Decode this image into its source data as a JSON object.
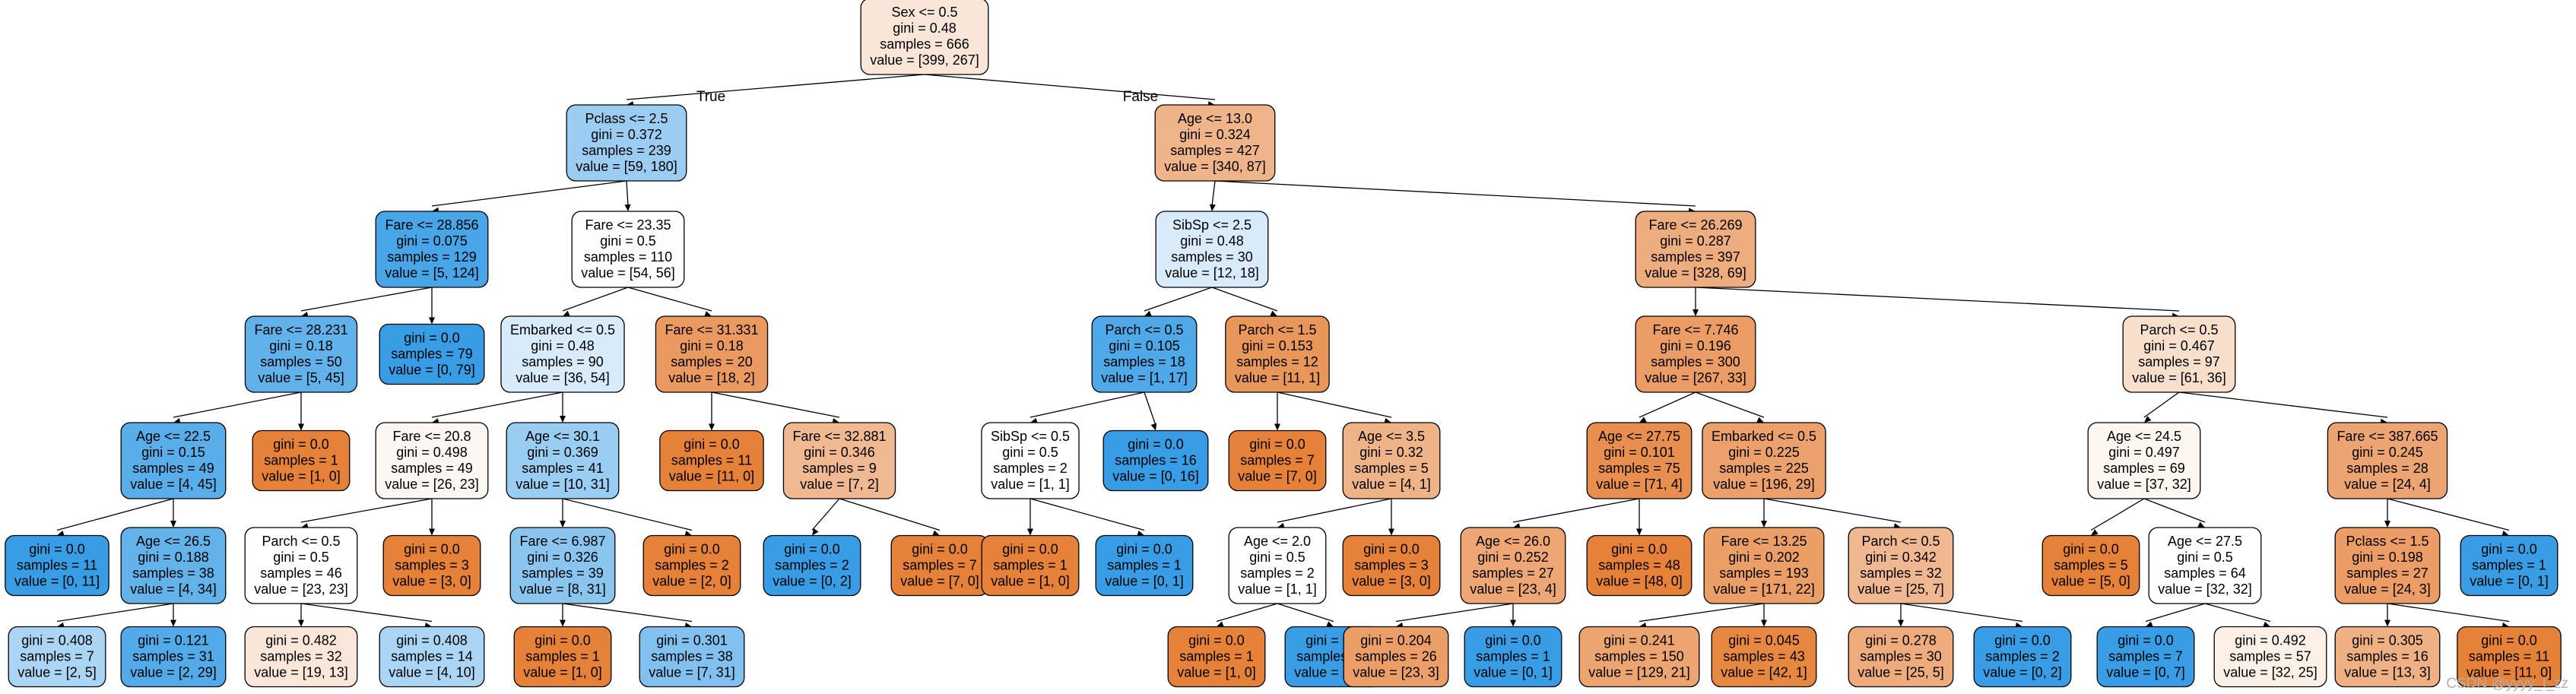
{
  "tree": {
    "edge_labels": {
      "true_label": "True",
      "false_label": "False"
    },
    "colors": {
      "class0": "#e58139",
      "class1": "#399de5",
      "border": "#000000",
      "edge": "#000000"
    },
    "nodes": [
      {
        "id": "n0",
        "lines": [
          "Sex <= 0.5",
          "gini = 0.48",
          "samples = 666",
          "value = [399, 267]"
        ]
      },
      {
        "id": "n1",
        "lines": [
          "Pclass <= 2.5",
          "gini = 0.372",
          "samples = 239",
          "value = [59, 180]"
        ]
      },
      {
        "id": "n2",
        "lines": [
          "Age <= 13.0",
          "gini = 0.324",
          "samples = 427",
          "value = [340, 87]"
        ]
      },
      {
        "id": "n3",
        "lines": [
          "Fare <= 28.856",
          "gini = 0.075",
          "samples = 129",
          "value = [5, 124]"
        ]
      },
      {
        "id": "n4",
        "lines": [
          "Fare <= 23.35",
          "gini = 0.5",
          "samples = 110",
          "value = [54, 56]"
        ]
      },
      {
        "id": "n5",
        "lines": [
          "SibSp <= 2.5",
          "gini = 0.48",
          "samples = 30",
          "value = [12, 18]"
        ]
      },
      {
        "id": "n6",
        "lines": [
          "Fare <= 26.269",
          "gini = 0.287",
          "samples = 397",
          "value = [328, 69]"
        ]
      },
      {
        "id": "n7",
        "lines": [
          "Fare <= 28.231",
          "gini = 0.18",
          "samples = 50",
          "value = [5, 45]"
        ]
      },
      {
        "id": "n8",
        "lines": [
          "gini = 0.0",
          "samples = 79",
          "value = [0, 79]"
        ]
      },
      {
        "id": "n9",
        "lines": [
          "Embarked <= 0.5",
          "gini = 0.48",
          "samples = 90",
          "value = [36, 54]"
        ]
      },
      {
        "id": "n10",
        "lines": [
          "Fare <= 31.331",
          "gini = 0.18",
          "samples = 20",
          "value = [18, 2]"
        ]
      },
      {
        "id": "n11",
        "lines": [
          "Parch <= 0.5",
          "gini = 0.105",
          "samples = 18",
          "value = [1, 17]"
        ]
      },
      {
        "id": "n12",
        "lines": [
          "Parch <= 1.5",
          "gini = 0.153",
          "samples = 12",
          "value = [11, 1]"
        ]
      },
      {
        "id": "n13",
        "lines": [
          "Fare <= 7.746",
          "gini = 0.196",
          "samples = 300",
          "value = [267, 33]"
        ]
      },
      {
        "id": "n14",
        "lines": [
          "Parch <= 0.5",
          "gini = 0.467",
          "samples = 97",
          "value = [61, 36]"
        ]
      },
      {
        "id": "n15",
        "lines": [
          "Age <= 22.5",
          "gini = 0.15",
          "samples = 49",
          "value = [4, 45]"
        ]
      },
      {
        "id": "n16",
        "lines": [
          "gini = 0.0",
          "samples = 1",
          "value = [1, 0]"
        ]
      },
      {
        "id": "n17",
        "lines": [
          "Fare <= 20.8",
          "gini = 0.498",
          "samples = 49",
          "value = [26, 23]"
        ]
      },
      {
        "id": "n18",
        "lines": [
          "Age <= 30.1",
          "gini = 0.369",
          "samples = 41",
          "value = [10, 31]"
        ]
      },
      {
        "id": "n19",
        "lines": [
          "gini = 0.0",
          "samples = 11",
          "value = [11, 0]"
        ]
      },
      {
        "id": "n20",
        "lines": [
          "Fare <= 32.881",
          "gini = 0.346",
          "samples = 9",
          "value = [7, 2]"
        ]
      },
      {
        "id": "n21",
        "lines": [
          "SibSp <= 0.5",
          "gini = 0.5",
          "samples = 2",
          "value = [1, 1]"
        ]
      },
      {
        "id": "n22",
        "lines": [
          "gini = 0.0",
          "samples = 16",
          "value = [0, 16]"
        ]
      },
      {
        "id": "n23",
        "lines": [
          "gini = 0.0",
          "samples = 7",
          "value = [7, 0]"
        ]
      },
      {
        "id": "n24",
        "lines": [
          "Age <= 3.5",
          "gini = 0.32",
          "samples = 5",
          "value = [4, 1]"
        ]
      },
      {
        "id": "n25",
        "lines": [
          "Age <= 27.75",
          "gini = 0.101",
          "samples = 75",
          "value = [71, 4]"
        ]
      },
      {
        "id": "n26",
        "lines": [
          "Embarked <= 0.5",
          "gini = 0.225",
          "samples = 225",
          "value = [196, 29]"
        ]
      },
      {
        "id": "n27",
        "lines": [
          "Age <= 24.5",
          "gini = 0.497",
          "samples = 69",
          "value = [37, 32]"
        ]
      },
      {
        "id": "n28",
        "lines": [
          "Fare <= 387.665",
          "gini = 0.245",
          "samples = 28",
          "value = [24, 4]"
        ]
      },
      {
        "id": "n29",
        "lines": [
          "gini = 0.0",
          "samples = 11",
          "value = [0, 11]"
        ]
      },
      {
        "id": "n30",
        "lines": [
          "Age <= 26.5",
          "gini = 0.188",
          "samples = 38",
          "value = [4, 34]"
        ]
      },
      {
        "id": "n31",
        "lines": [
          "Parch <= 0.5",
          "gini = 0.5",
          "samples = 46",
          "value = [23, 23]"
        ]
      },
      {
        "id": "n32",
        "lines": [
          "gini = 0.0",
          "samples = 3",
          "value = [3, 0]"
        ]
      },
      {
        "id": "n33",
        "lines": [
          "Fare <= 6.987",
          "gini = 0.326",
          "samples = 39",
          "value = [8, 31]"
        ]
      },
      {
        "id": "n34",
        "lines": [
          "gini = 0.0",
          "samples = 2",
          "value = [2, 0]"
        ]
      },
      {
        "id": "n35",
        "lines": [
          "gini = 0.0",
          "samples = 2",
          "value = [0, 2]"
        ]
      },
      {
        "id": "n36",
        "lines": [
          "gini = 0.0",
          "samples = 7",
          "value = [7, 0]"
        ]
      },
      {
        "id": "n37",
        "lines": [
          "gini = 0.0",
          "samples = 1",
          "value = [1, 0]"
        ]
      },
      {
        "id": "n38",
        "lines": [
          "gini = 0.0",
          "samples = 1",
          "value = [0, 1]"
        ]
      },
      {
        "id": "n39",
        "lines": [
          "Age <= 2.0",
          "gini = 0.5",
          "samples = 2",
          "value = [1, 1]"
        ]
      },
      {
        "id": "n40",
        "lines": [
          "gini = 0.0",
          "samples = 3",
          "value = [3, 0]"
        ]
      },
      {
        "id": "n41",
        "lines": [
          "Age <= 26.0",
          "gini = 0.252",
          "samples = 27",
          "value = [23, 4]"
        ]
      },
      {
        "id": "n42",
        "lines": [
          "gini = 0.0",
          "samples = 48",
          "value = [48, 0]"
        ]
      },
      {
        "id": "n43",
        "lines": [
          "Fare <= 13.25",
          "gini = 0.202",
          "samples = 193",
          "value = [171, 22]"
        ]
      },
      {
        "id": "n44",
        "lines": [
          "Parch <= 0.5",
          "gini = 0.342",
          "samples = 32",
          "value = [25, 7]"
        ]
      },
      {
        "id": "n45",
        "lines": [
          "gini = 0.0",
          "samples = 5",
          "value = [5, 0]"
        ]
      },
      {
        "id": "n46",
        "lines": [
          "Age <= 27.5",
          "gini = 0.5",
          "samples = 64",
          "value = [32, 32]"
        ]
      },
      {
        "id": "n47",
        "lines": [
          "Pclass <= 1.5",
          "gini = 0.198",
          "samples = 27",
          "value = [24, 3]"
        ]
      },
      {
        "id": "n48",
        "lines": [
          "gini = 0.0",
          "samples = 1",
          "value = [0, 1]"
        ]
      },
      {
        "id": "n49",
        "lines": [
          "gini = 0.408",
          "samples = 7",
          "value = [2, 5]"
        ]
      },
      {
        "id": "n50",
        "lines": [
          "gini = 0.121",
          "samples = 31",
          "value = [2, 29]"
        ]
      },
      {
        "id": "n51",
        "lines": [
          "gini = 0.482",
          "samples = 32",
          "value = [19, 13]"
        ]
      },
      {
        "id": "n52",
        "lines": [
          "gini = 0.408",
          "samples = 14",
          "value = [4, 10]"
        ]
      },
      {
        "id": "n53",
        "lines": [
          "gini = 0.0",
          "samples = 1",
          "value = [1, 0]"
        ]
      },
      {
        "id": "n54",
        "lines": [
          "gini = 0.301",
          "samples = 38",
          "value = [7, 31]"
        ]
      },
      {
        "id": "n55",
        "lines": [
          "gini = 0.0",
          "samples = 1",
          "value = [1, 0]"
        ]
      },
      {
        "id": "n56",
        "lines": [
          "gini = 0.0",
          "samples = 1",
          "value = [0, 1]"
        ]
      },
      {
        "id": "n57",
        "lines": [
          "gini = 0.204",
          "samples = 26",
          "value = [23, 3]"
        ]
      },
      {
        "id": "n58",
        "lines": [
          "gini = 0.0",
          "samples = 1",
          "value = [0, 1]"
        ]
      },
      {
        "id": "n59",
        "lines": [
          "gini = 0.241",
          "samples = 150",
          "value = [129, 21]"
        ]
      },
      {
        "id": "n60",
        "lines": [
          "gini = 0.045",
          "samples = 43",
          "value = [42, 1]"
        ]
      },
      {
        "id": "n61",
        "lines": [
          "gini = 0.278",
          "samples = 30",
          "value = [25, 5]"
        ]
      },
      {
        "id": "n62",
        "lines": [
          "gini = 0.0",
          "samples = 2",
          "value = [0, 2]"
        ]
      },
      {
        "id": "n63",
        "lines": [
          "gini = 0.0",
          "samples = 7",
          "value = [0, 7]"
        ]
      },
      {
        "id": "n64",
        "lines": [
          "gini = 0.492",
          "samples = 57",
          "value = [32, 25]"
        ]
      },
      {
        "id": "n65",
        "lines": [
          "gini = 0.305",
          "samples = 16",
          "value = [13, 3]"
        ]
      },
      {
        "id": "n66",
        "lines": [
          "gini = 0.0",
          "samples = 11",
          "value = [11, 0]"
        ]
      }
    ],
    "edges": [
      [
        "n0",
        "n1"
      ],
      [
        "n0",
        "n2"
      ],
      [
        "n1",
        "n3"
      ],
      [
        "n1",
        "n4"
      ],
      [
        "n2",
        "n5"
      ],
      [
        "n2",
        "n6"
      ],
      [
        "n3",
        "n7"
      ],
      [
        "n3",
        "n8"
      ],
      [
        "n4",
        "n9"
      ],
      [
        "n4",
        "n10"
      ],
      [
        "n5",
        "n11"
      ],
      [
        "n5",
        "n12"
      ],
      [
        "n6",
        "n13"
      ],
      [
        "n6",
        "n14"
      ],
      [
        "n7",
        "n15"
      ],
      [
        "n7",
        "n16"
      ],
      [
        "n9",
        "n17"
      ],
      [
        "n9",
        "n18"
      ],
      [
        "n10",
        "n19"
      ],
      [
        "n10",
        "n20"
      ],
      [
        "n11",
        "n21"
      ],
      [
        "n11",
        "n22"
      ],
      [
        "n12",
        "n23"
      ],
      [
        "n12",
        "n24"
      ],
      [
        "n13",
        "n25"
      ],
      [
        "n13",
        "n26"
      ],
      [
        "n14",
        "n27"
      ],
      [
        "n14",
        "n28"
      ],
      [
        "n15",
        "n29"
      ],
      [
        "n15",
        "n30"
      ],
      [
        "n17",
        "n31"
      ],
      [
        "n17",
        "n32"
      ],
      [
        "n18",
        "n33"
      ],
      [
        "n18",
        "n34"
      ],
      [
        "n20",
        "n35"
      ],
      [
        "n20",
        "n36"
      ],
      [
        "n21",
        "n37"
      ],
      [
        "n21",
        "n38"
      ],
      [
        "n24",
        "n39"
      ],
      [
        "n24",
        "n40"
      ],
      [
        "n25",
        "n41"
      ],
      [
        "n25",
        "n42"
      ],
      [
        "n26",
        "n43"
      ],
      [
        "n26",
        "n44"
      ],
      [
        "n27",
        "n45"
      ],
      [
        "n27",
        "n46"
      ],
      [
        "n28",
        "n47"
      ],
      [
        "n28",
        "n48"
      ],
      [
        "n30",
        "n49"
      ],
      [
        "n30",
        "n50"
      ],
      [
        "n31",
        "n51"
      ],
      [
        "n31",
        "n52"
      ],
      [
        "n33",
        "n53"
      ],
      [
        "n33",
        "n54"
      ],
      [
        "n39",
        "n55"
      ],
      [
        "n39",
        "n56"
      ],
      [
        "n41",
        "n57"
      ],
      [
        "n41",
        "n58"
      ],
      [
        "n43",
        "n59"
      ],
      [
        "n43",
        "n60"
      ],
      [
        "n44",
        "n61"
      ],
      [
        "n44",
        "n62"
      ],
      [
        "n46",
        "n63"
      ],
      [
        "n46",
        "n64"
      ],
      [
        "n47",
        "n65"
      ],
      [
        "n47",
        "n66"
      ]
    ]
  },
  "watermark": "CSDN @yyyy_l_zz"
}
